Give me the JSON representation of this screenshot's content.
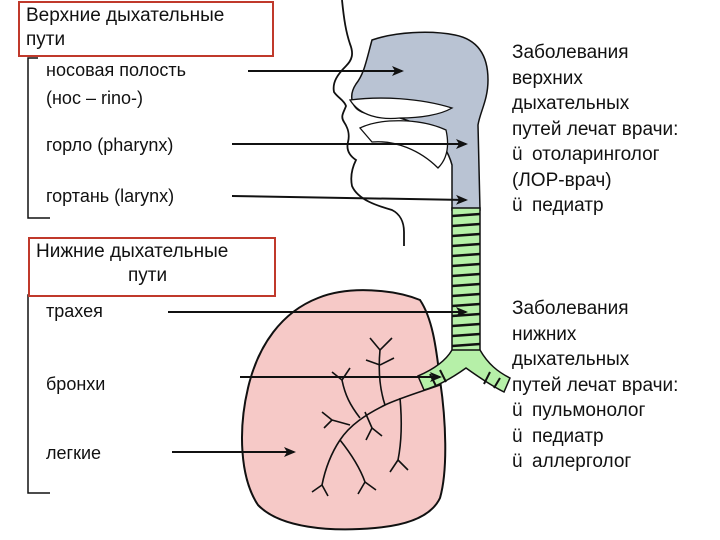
{
  "upper_group": {
    "title_line1": "Верхние дыхательные",
    "title_line2": "пути",
    "items": [
      {
        "line1": "носовая полость",
        "line2": "(нос – rino-)"
      },
      {
        "line1": "горло (pharynx)"
      },
      {
        "line1": "гортань (larynx)"
      }
    ]
  },
  "lower_group": {
    "title_line1": "Нижние дыхательные",
    "title_line2": "пути",
    "items": [
      {
        "line1": "трахея"
      },
      {
        "line1": "бронхи"
      },
      {
        "line1": "легкие"
      }
    ]
  },
  "right_upper": {
    "lines": [
      "Заболевания",
      "верхних",
      "дыхательных",
      "путей лечат врачи:"
    ],
    "doctors": [
      "отоларинголог",
      "(ЛОР-врач)",
      "педиатр"
    ]
  },
  "right_lower": {
    "lines": [
      "Заболевания",
      "нижних",
      "дыхательных",
      "путей лечат врачи:"
    ],
    "doctors": [
      "пульмонолог",
      "педиатр",
      "аллерголог"
    ]
  },
  "check_glyph": "ü",
  "colors": {
    "box_border": "#c0392b",
    "upper_airway": "#b9c3d3",
    "trachea": "#b6f0a8",
    "lung": "#f6c9c7"
  }
}
